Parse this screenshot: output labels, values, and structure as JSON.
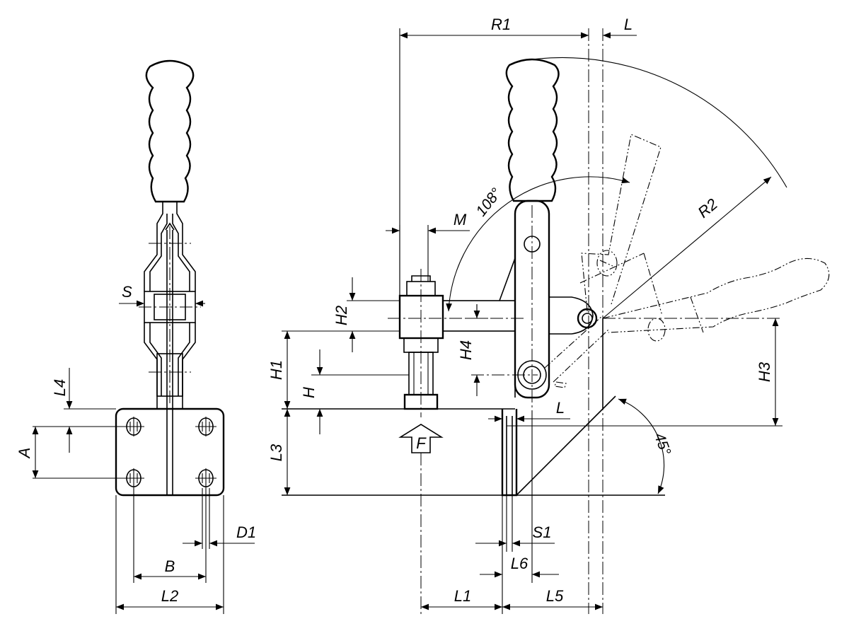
{
  "drawing": {
    "title": "",
    "labels": {
      "R1": "R1",
      "L_top": "L",
      "R2": "R2",
      "angle_108": "108°",
      "M": "M",
      "H2": "H2",
      "H4": "H4",
      "H1": "H1",
      "H": "H",
      "L3": "L3",
      "H3": "H3",
      "L_right": "L",
      "angle_45": "45°",
      "F": "F",
      "S1": "S1",
      "L6": "L6",
      "L1": "L1",
      "L5": "L5",
      "S": "S",
      "L4": "L4",
      "A": "A",
      "D1": "D1",
      "B": "B",
      "L2": "L2"
    }
  }
}
